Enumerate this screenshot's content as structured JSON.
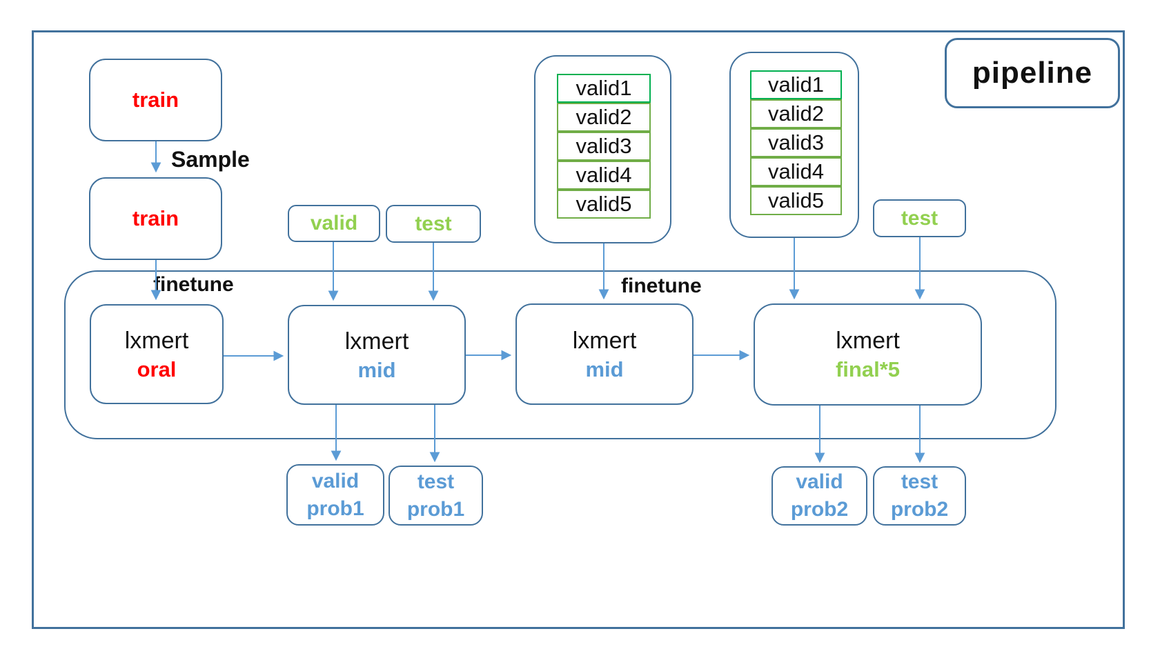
{
  "title_box": {
    "label": "pipeline"
  },
  "labels": {
    "sample": "Sample",
    "finetune1": "finetune",
    "finetune2": "finetune"
  },
  "source_boxes": {
    "train1": "train",
    "train2": "train",
    "valid_small": "valid",
    "test_small1": "test",
    "test_small2": "test"
  },
  "stacks": {
    "stack1": [
      "valid1",
      "valid2",
      "valid3",
      "valid4",
      "valid5"
    ],
    "stack2": [
      "valid1",
      "valid2",
      "valid3",
      "valid4",
      "valid5"
    ]
  },
  "models": {
    "oral": {
      "name": "lxmert",
      "stage": "oral"
    },
    "mid1": {
      "name": "lxmert",
      "stage": "mid"
    },
    "mid2": {
      "name": "lxmert",
      "stage": "mid"
    },
    "final": {
      "name": "lxmert",
      "stage": "final*5"
    }
  },
  "outputs": {
    "valid_prob1": {
      "line1": "valid",
      "line2": "prob1"
    },
    "test_prob1": {
      "line1": "test",
      "line2": "prob1"
    },
    "valid_prob2": {
      "line1": "valid",
      "line2": "prob2"
    },
    "test_prob2": {
      "line1": "test",
      "line2": "prob2"
    }
  },
  "colors": {
    "border_blue": "#41719C",
    "arrow_blue": "#5B9BD5",
    "text_blue": "#5B9BD5",
    "text_green": "#92D050",
    "text_red": "#FF0000",
    "row_border_dark_green": "#00B050",
    "row_border_light_green": "#70AD47"
  }
}
